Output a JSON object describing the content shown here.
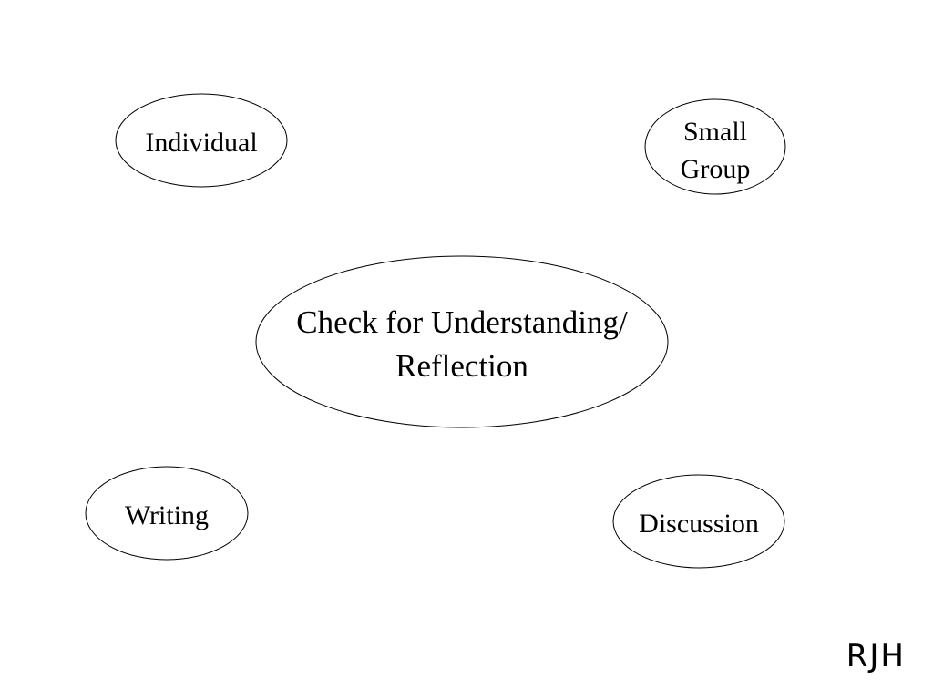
{
  "nodes": {
    "center": {
      "lines": [
        "Check for Understanding/",
        "Reflection"
      ]
    },
    "individual": {
      "lines": [
        "Individual"
      ]
    },
    "small_group": {
      "lines": [
        "Small",
        "Group"
      ]
    },
    "writing": {
      "lines": [
        "Writing"
      ]
    },
    "discussion": {
      "lines": [
        "Discussion"
      ]
    }
  },
  "signature": "RJH"
}
